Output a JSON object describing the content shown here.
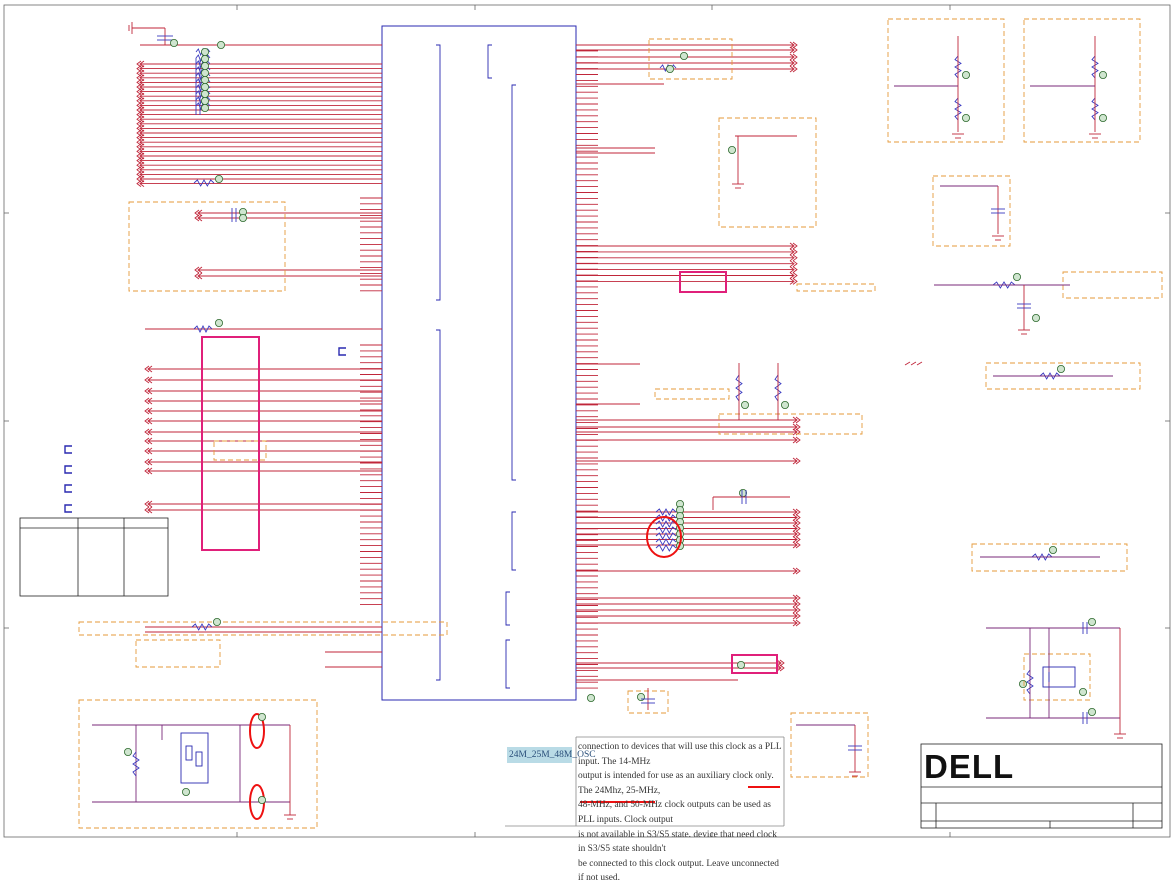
{
  "schematic": {
    "oscillator_label": "24M_25M_48M_OSC",
    "brand_logo": "DELL",
    "note_lines": [
      "connection to devices that will use this clock as a PLL input. The 14-MHz",
      "output is intended for use as an auxiliary clock only. The 24Mhz, 25-MHz,",
      "48-MHz, and 50-MHz clock outputs can be used as PLL inputs. Clock output",
      "is not available in S3/S5 state. device that need clock in S3/S5 state shouldn't",
      "be connected to this clock output. Leave unconnected if not used."
    ],
    "colors": {
      "wire": "#c0263a",
      "bus": "#2a2ab0",
      "group_box": "#e59a3a",
      "highlight": "#e0207a",
      "emphasis": "#ee1111",
      "component": "#3a3ac0",
      "refdes": "#2f6b2f"
    }
  }
}
